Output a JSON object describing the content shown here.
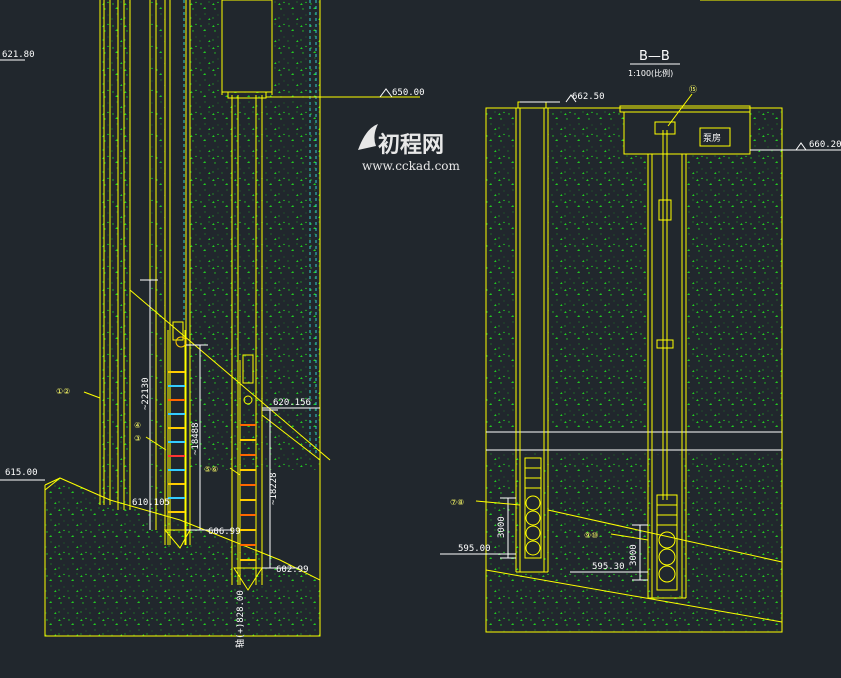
{
  "colors": {
    "background": "#21272d",
    "linework": "#ffff00",
    "concrete_hatch": "#22cc22",
    "annotation": "#ffffff",
    "cyan_guides": "#33cccc"
  },
  "watermark": {
    "brand": "初程网",
    "url": "www.cckad.com"
  },
  "left_view": {
    "elevations": {
      "top_edge": "621.80",
      "mid_level": "650.00",
      "water_level": "620.156",
      "side_level": "615.00",
      "bottom_a": "606.99",
      "bottom_b": "602.99",
      "bottom_c": "610.105"
    },
    "dimensions": {
      "d1": "~22130",
      "d2": "~18488",
      "d3": "~18228"
    },
    "markers": {
      "m12": "①②",
      "m4": "④",
      "m3": "③",
      "m56": "⑤⑥"
    },
    "axis_note": "轴(+)828.00"
  },
  "right_view": {
    "section_title": "B—B",
    "scale": "1:100(比例)",
    "elevations": {
      "top": "662.50",
      "right_top": "660.20",
      "left_bottom": "595.00",
      "right_bottom": "595.30"
    },
    "dimensions": {
      "left_3000": "3000",
      "right_3000": "3000"
    },
    "markers": {
      "m15": "⑮",
      "m78": "⑦⑧",
      "m910": "⑨⑩"
    },
    "room_label": "泵房"
  }
}
